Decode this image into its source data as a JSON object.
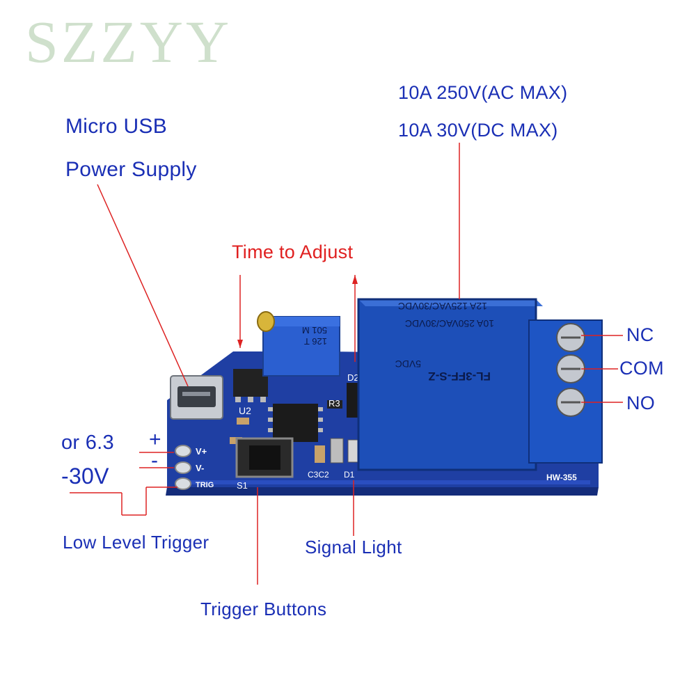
{
  "watermark": "SZZYY",
  "labels": {
    "micro_usb": "Micro USB",
    "power_supply": "Power Supply",
    "ac_rating": "10A 250V(AC MAX)",
    "dc_rating": "10A 30V(DC MAX)",
    "time_adjust": "Time to Adjust",
    "nc": "NC",
    "com": "COM",
    "no": "NO",
    "voltage_line1": "or 6.3",
    "voltage_line2": "-30V",
    "plus": "+",
    "minus": "-",
    "low_level_trigger": "Low Level Trigger",
    "signal_light": "Signal Light",
    "trigger_buttons": "Trigger Buttons"
  },
  "board_text": {
    "model": "HW-355",
    "u2": "U2",
    "s1": "S1",
    "d2": "D2",
    "r3": "R3",
    "c3c2": "C3C2",
    "d1": "D1",
    "vplus": "V+",
    "vminus": "V-",
    "trig": "TRIG",
    "pot_line1": "501 M",
    "pot_line2": "126 T"
  },
  "relay_text": {
    "line1": "12A 125VAC/30VDC",
    "line2": "10A 250VAC/30VDC",
    "line3": "5VDC",
    "line4": "FL-3FF-S-Z"
  },
  "colors": {
    "label_blue": "#1a2fb5",
    "label_red": "#e02020",
    "pcb_blue": "#1f3fa3",
    "relay_blue": "#1d4fb8",
    "terminal_blue": "#1e55c4"
  }
}
